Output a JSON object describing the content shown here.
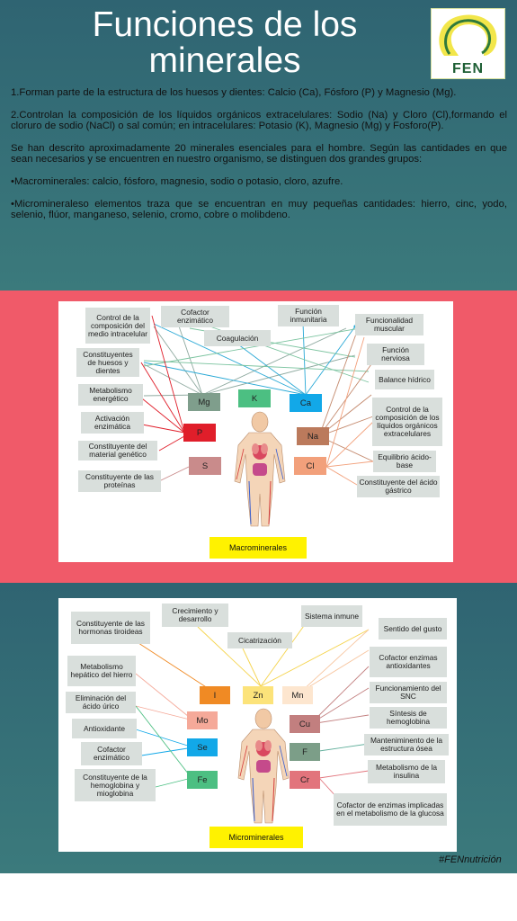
{
  "header": {
    "title": "Funciones de los minerales",
    "logo_text": "FEN"
  },
  "intro": {
    "paragraphs": [
      "1.Forman parte de la estructura de los huesos y dientes: Calcio (Ca), Fósforo (P) y Magnesio (Mg).",
      "2.Controlan la composición de los líquidos orgánicos extracelulares: Sodio (Na) y Cloro (Cl),formando el cloruro de sodio (NaCl) o sal común; en intracelulares: Potasio (K), Magnesio (Mg) y Fosforo(P).",
      "Se han descrito aproximadamente 20 minerales esenciales para el hombre. Según las cantidades en que sean necesarios y se encuentren en nuestro organismo, se distinguen dos grandes grupos:",
      "•Macrominerales: calcio, fósforo, magnesio, sodio o potasio, cloro, azufre.",
      "•Micromineraleso elementos traza que se encuentran en muy pequeñas cantidades: hierro, cinc, yodo, selenio, flúor, manganeso, selenio, cromo, cobre o molibdeno."
    ]
  },
  "macro": {
    "caption": "Macrominerales",
    "functions": [
      "Control de la composición del medio intracelular",
      "Cofactor enzimático",
      "Función inmunitaria",
      "Funcionalidad muscular",
      "Coagulación",
      "Constituyentes de huesos y dientes",
      "Función nerviosa",
      "Balance hídrico",
      "Metabolismo energético",
      "Control de la composición de los líquidos orgánicos extracelulares",
      "Activación enzimática",
      "Constituyente del material genético",
      "Equilibrio ácido-base",
      "Constituyente de las proteínas",
      "Constituyente del ácido gástrico"
    ],
    "elements": [
      {
        "symbol": "Mg",
        "color": "#7f9e8c"
      },
      {
        "symbol": "K",
        "color": "#4cbf82"
      },
      {
        "symbol": "Ca",
        "color": "#12a8e8"
      },
      {
        "symbol": "P",
        "color": "#e01e2a"
      },
      {
        "symbol": "Na",
        "color": "#bb7a5c"
      },
      {
        "symbol": "S",
        "color": "#c98b8b"
      },
      {
        "symbol": "Cl",
        "color": "#f2a07b"
      }
    ]
  },
  "micro": {
    "caption": "Microminerales",
    "functions": [
      "Crecimiento y desarrollo",
      "Sistema inmune",
      "Constituyente de las hormonas tiroideas",
      "Sentido del gusto",
      "Cicatrización",
      "Cofactor enzimas antioxidantes",
      "Metabolismo hepático del hierro",
      "Funcionamiento del SNC",
      "Eliminación del ácido úrico",
      "Síntesis de hemoglobina",
      "Antioxidante",
      "Manteniminento de la estructura ósea",
      "Cofactor enzimático",
      "Metabolismo de la insulina",
      "Constituyente de la hemoglobina y mioglobina",
      "Cofactor de enzimas implicadas en el metabolismo de la glucosa"
    ],
    "elements": [
      {
        "symbol": "I",
        "color": "#f08a24"
      },
      {
        "symbol": "Zn",
        "color": "#fce37a"
      },
      {
        "symbol": "Mn",
        "color": "#fde6cf"
      },
      {
        "symbol": "Mo",
        "color": "#f5a999"
      },
      {
        "symbol": "Cu",
        "color": "#c27f7f"
      },
      {
        "symbol": "Se",
        "color": "#12a8e8"
      },
      {
        "symbol": "F",
        "color": "#7c9e88"
      },
      {
        "symbol": "Fe",
        "color": "#4cbf82"
      },
      {
        "symbol": "Cr",
        "color": "#e2747c"
      }
    ]
  },
  "footer": {
    "hashtag": "#FENnutrición"
  }
}
